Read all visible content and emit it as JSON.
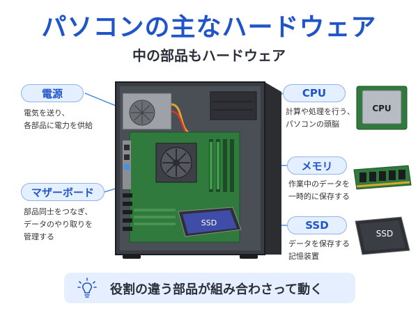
{
  "title": "パソコンの主なハードウェア",
  "subtitle": "中の部品もハードウェア",
  "parts": {
    "power": {
      "label": "電源",
      "desc1": "電気を送り、",
      "desc2": "各部品に電力を供給"
    },
    "motherboard": {
      "label": "マザーボード",
      "desc1": "部品同士をつなぎ、",
      "desc2": "データのやり取りを",
      "desc3": "管理する"
    },
    "cpu": {
      "label": "CPU",
      "desc1": "計算や処理を行う、",
      "desc2": "パソコンの頭脳",
      "chip_text": "CPU"
    },
    "memory": {
      "label": "メモリ",
      "desc1": "作業中のデータを",
      "desc2": "一時的に保存する"
    },
    "ssd": {
      "label": "SSD",
      "desc1": "データを保存する",
      "desc2": "記憶装置",
      "drive_text": "SSD"
    }
  },
  "footer": {
    "text": "役割の違う部品が組み合わさって動く",
    "icon": "lightbulb-icon"
  },
  "colors": {
    "accent": "#1f55c8",
    "pill_bg": "#e4efff",
    "board": "#2f7a3c",
    "case": "#2b2d31",
    "line": "#4a8fe0"
  }
}
